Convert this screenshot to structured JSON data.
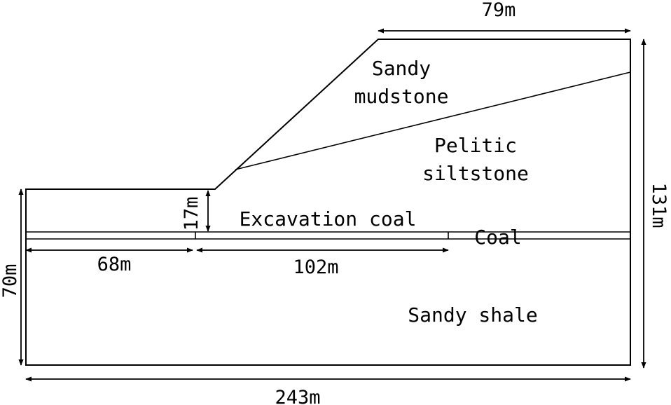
{
  "colors": {
    "line": "#000000",
    "background": "#ffffff"
  },
  "layers": {
    "sandy_mudstone_line1": "Sandy",
    "sandy_mudstone_line2": "mudstone",
    "pelitic_siltstone_line1": "Pelitic",
    "pelitic_siltstone_line2": "siltstone",
    "excavation_coal": "Excavation coal",
    "coal": "Coal",
    "sandy_shale": "Sandy shale"
  },
  "dimensions": {
    "top_width": "79m",
    "total_height": "131m",
    "left_height": "70m",
    "step_height": "17m",
    "left_length": "68m",
    "excavation_length": "102m",
    "total_width": "243m"
  }
}
